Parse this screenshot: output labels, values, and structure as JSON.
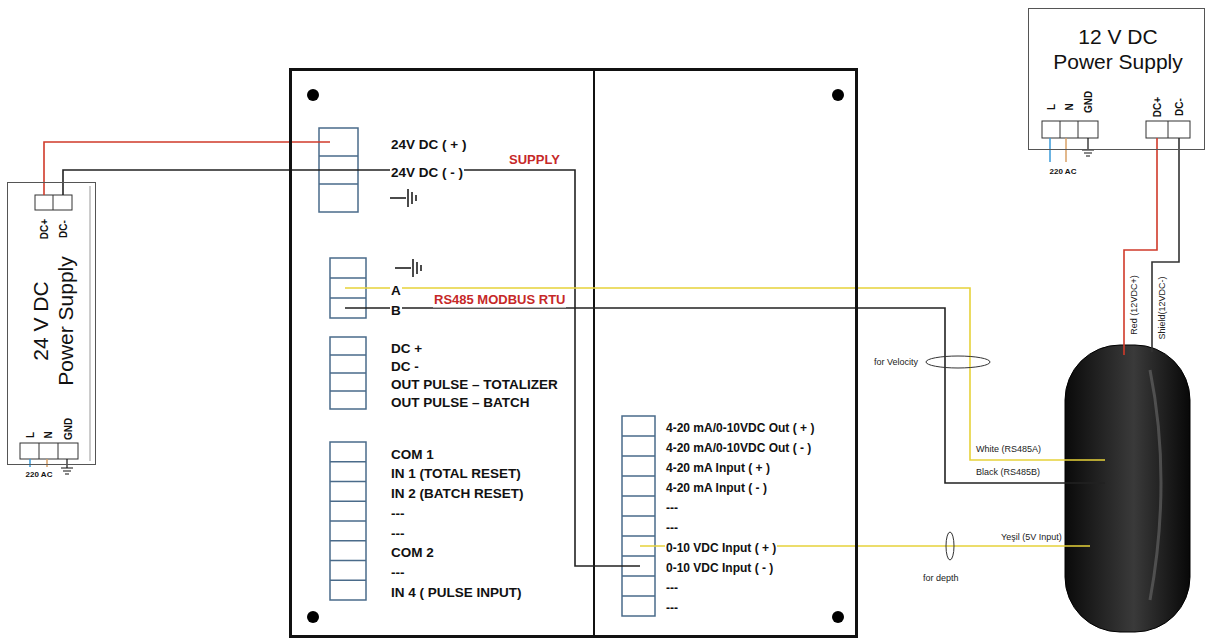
{
  "diagram": {
    "nodes": [
      {
        "text": [
          "24 V DC Power Supply",
          "DC+",
          "DC-",
          "L",
          "N",
          "GND",
          "220 AC"
        ]
      },
      {
        "text": [
          "24V DC ( + )",
          "SUPPLY",
          "24V DC ( - )",
          "A",
          "RS485 MODBUS RTU",
          "B",
          "DC +",
          "DC -",
          "OUT PULSE – TOTALIZER",
          "OUT PULSE – BATCH",
          "COM 1",
          "IN 1 (TOTAL RESET)",
          "IN 2 (BATCH RESET)",
          "---",
          "---",
          "COM 2",
          "---",
          "IN 4 ( PULSE INPUT)",
          "4-20 mA/0-10VDC Out ( + )",
          "4-20 mA/0-10VDC Out ( - )",
          "4-20 mA Input ( + )",
          "4-20 mA Input ( - )",
          "---",
          "---",
          "0-10 VDC Input ( + )",
          "0-10 VDC Input ( - )",
          "---",
          "---"
        ]
      },
      {
        "text": [
          "12 V DC Power Supply",
          "L",
          "N",
          "GND",
          "DC+",
          "DC-",
          "220 AC"
        ]
      }
    ],
    "edges": [
      {
        "from": 0,
        "to": 1,
        "arrow": "none"
      },
      {
        "from": 0,
        "to": 1,
        "arrow": "none"
      }
    ],
    "labels": [
      "Red (12VDC+)",
      "Shield(12VDC-)",
      "for Velocity",
      "White (RS485A)",
      "Black (RS485B)",
      "Yeşil (5V Input)",
      "for depth"
    ]
  }
}
